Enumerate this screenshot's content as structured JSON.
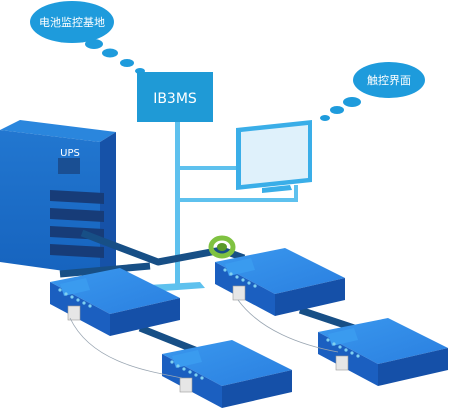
{
  "bubbles": {
    "left": {
      "text": "电池监控基地"
    },
    "right": {
      "text": "触控界面"
    }
  },
  "server": {
    "label": "IB3MS"
  },
  "ups": {
    "label": "UPS"
  },
  "colors": {
    "bubble_fill": "#1e9bdc",
    "server_fill": "#1f9ad6",
    "ups_front": "#1a6fc8",
    "ups_side": "#1652a8",
    "ups_top": "#2a86dd",
    "module_top": "#2e8ee8",
    "module_front": "#1b5fc0",
    "module_side": "#1550a8",
    "cable_dark": "#174f86",
    "pole_light": "#5ec1ee",
    "monitor_frame": "#3aaee8",
    "monitor_screen": "#dff1fb",
    "sensor_ring": "#7fc241"
  }
}
